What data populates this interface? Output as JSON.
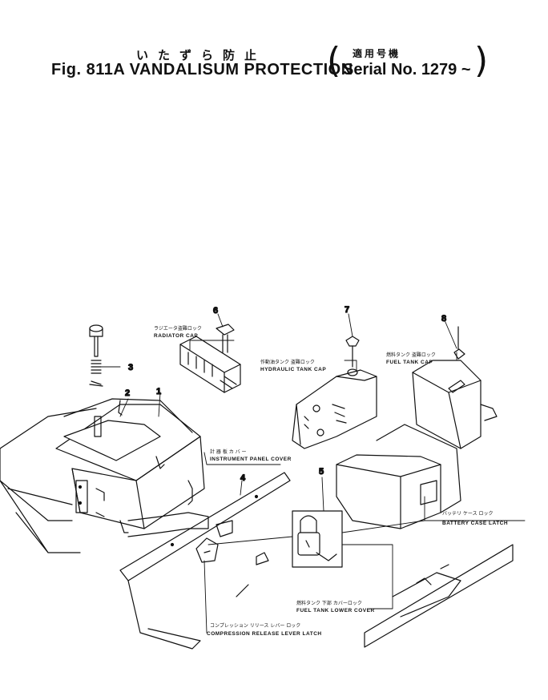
{
  "header": {
    "title_jp": "いたずら防止",
    "fig_title": "Fig. 811A  VANDALISUM PROTECTION",
    "serial_jp": "適用号機",
    "serial": "Serial  No. 1279 ~"
  },
  "callouts": [
    "1",
    "2",
    "3",
    "4",
    "5",
    "6",
    "7",
    "8"
  ],
  "labels": {
    "radiator_cap_jp": "ラジエータ盗難ロック",
    "radiator_cap": "RADIATOR CAP",
    "hydraulic_tank_cap_jp": "作動油タンク 盗難ロック",
    "hydraulic_tank_cap": "HYDRAULIC TANK CAP",
    "fuel_tank_cap_jp": "燃料タンク 盗難ロック",
    "fuel_tank_cap": "FUEL TANK CAP",
    "instrument_panel_cover_jp": "計 器 板 カ バ ー",
    "instrument_panel_cover": "INSTRUMENT PANEL COVER",
    "battery_case_latch_jp": "バッテリ ケース ロック",
    "battery_case_latch": "BATTERY CASE LATCH",
    "fuel_tank_lower_cover_jp": "燃料タンク 下部 カバーロック",
    "fuel_tank_lower_cover": "FUEL TANK LOWER COVER",
    "compression_release_jp": "コンプレッション リリース レバー ロック",
    "compression_release": "COMPRESSION RELEASE LEVER LATCH"
  }
}
